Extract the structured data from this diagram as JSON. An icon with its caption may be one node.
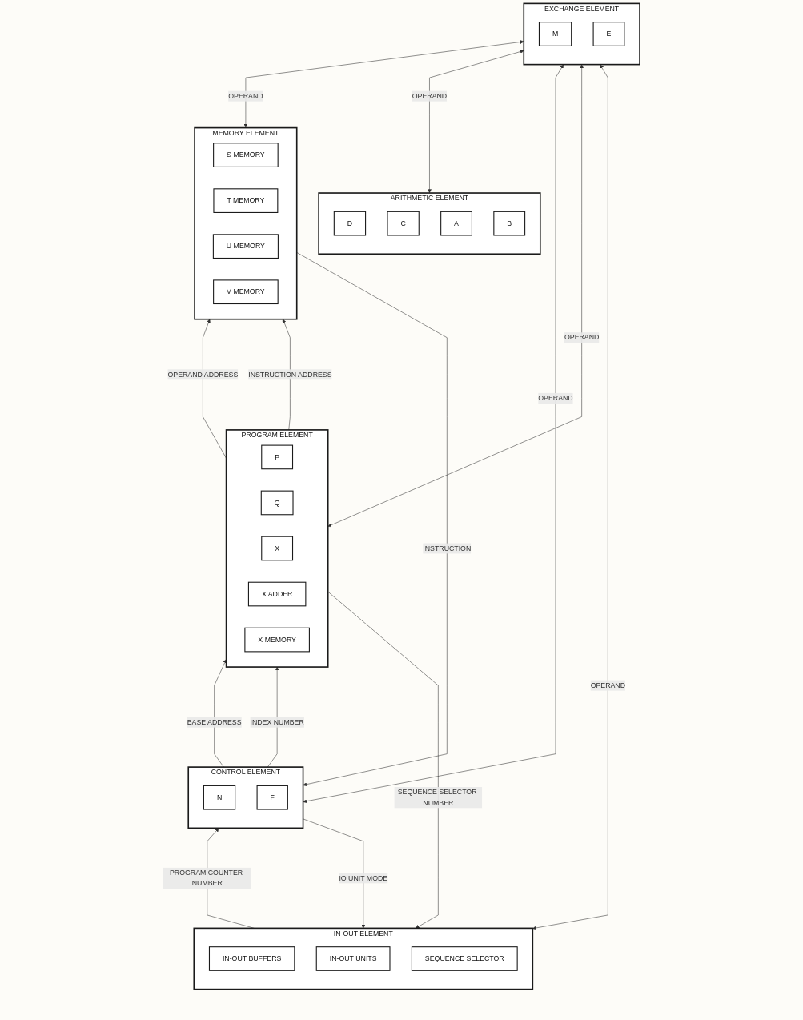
{
  "diagram": {
    "nodes": [
      {
        "text": [
          "MEMORY ELEMENT"
        ]
      },
      {
        "text": [
          "S MEMORY"
        ],
        "in": 0
      },
      {
        "text": [
          "T MEMORY"
        ],
        "in": 0
      },
      {
        "text": [
          "U MEMORY"
        ],
        "in": 0
      },
      {
        "text": [
          "V MEMORY"
        ],
        "in": 0
      },
      {
        "text": [
          "ARITHMETIC ELEMENT"
        ]
      },
      {
        "text": [
          "D"
        ],
        "in": 5
      },
      {
        "text": [
          "C"
        ],
        "in": 5
      },
      {
        "text": [
          "A"
        ],
        "in": 5
      },
      {
        "text": [
          "B"
        ],
        "in": 5
      },
      {
        "text": [
          "EXCHANGE ELEMENT"
        ]
      },
      {
        "text": [
          "M"
        ],
        "in": 10
      },
      {
        "text": [
          "E"
        ],
        "in": 10
      },
      {
        "text": [
          "CONTROL ELEMENT"
        ]
      },
      {
        "text": [
          "N"
        ],
        "in": 13
      },
      {
        "text": [
          "F"
        ],
        "in": 13
      },
      {
        "text": [
          "PROGRAM ELEMENT"
        ]
      },
      {
        "text": [
          "P"
        ],
        "in": 16
      },
      {
        "text": [
          "Q"
        ],
        "in": 16
      },
      {
        "text": [
          "X"
        ],
        "in": 16
      },
      {
        "text": [
          "X ADDER"
        ],
        "in": 16
      },
      {
        "text": [
          "X MEMORY"
        ],
        "in": 16
      },
      {
        "text": [
          "IN-OUT ELEMENT"
        ]
      },
      {
        "text": [
          "IN-OUT BUFFERS"
        ],
        "in": 22
      },
      {
        "text": [
          "IN-OUT UNITS"
        ],
        "in": 22
      },
      {
        "text": [
          "SEQUENCE SELECTOR"
        ],
        "in": 22
      }
    ],
    "edges": [
      {
        "from": 0,
        "to": 10,
        "arrow": "both",
        "label": "OPERAND"
      },
      {
        "from": 0,
        "to": 13,
        "arrow": "to",
        "label": "INSTRUCTION"
      },
      {
        "from": 5,
        "to": 10,
        "arrow": "both",
        "label": "OPERAND"
      },
      {
        "from": 10,
        "to": 13,
        "arrow": "both",
        "label": "OPERAND"
      },
      {
        "from": 13,
        "to": 16,
        "arrow": "to",
        "label": "BASE ADDRESS"
      },
      {
        "from": 13,
        "to": 16,
        "arrow": "to",
        "label": "INDEX NUMBER"
      },
      {
        "from": 10,
        "to": 16,
        "arrow": "both",
        "label": "OPERAND"
      },
      {
        "from": 10,
        "to": 22,
        "arrow": "both",
        "label": "OPERAND"
      },
      {
        "from": 13,
        "to": 22,
        "arrow": "to",
        "label": "IO UNIT MODE"
      },
      {
        "from": 22,
        "to": 13,
        "arrow": "to",
        "label": "PROGRAM COUNTER NUMBER"
      },
      {
        "from": 16,
        "to": 22,
        "arrow": "to",
        "label": "SEQUENCE SELECTOR NUMBER"
      },
      {
        "from": 16,
        "to": 0,
        "arrow": "to",
        "label": "OPERAND ADDRESS"
      },
      {
        "from": 16,
        "to": 0,
        "arrow": "to",
        "label": "INSTRUCTION ADDRESS"
      }
    ]
  }
}
